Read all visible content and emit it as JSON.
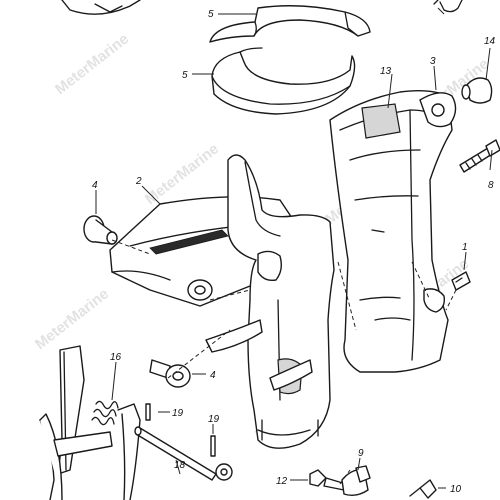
{
  "watermark": {
    "text": "MeterMarine"
  },
  "callouts": {
    "c1": "1",
    "c2": "2",
    "c3": "3",
    "c4a": "4",
    "c4b": "4",
    "c5a": "5",
    "c5b": "5",
    "c8": "8",
    "c9": "9",
    "c10": "10",
    "c12": "12",
    "c13": "13",
    "c14": "14",
    "c16": "16",
    "c18": "18",
    "c19a": "19",
    "c19b": "19"
  },
  "colors": {
    "line": "#1a1a1a",
    "watermark": "#cfcfcf",
    "background": "#ffffff"
  }
}
